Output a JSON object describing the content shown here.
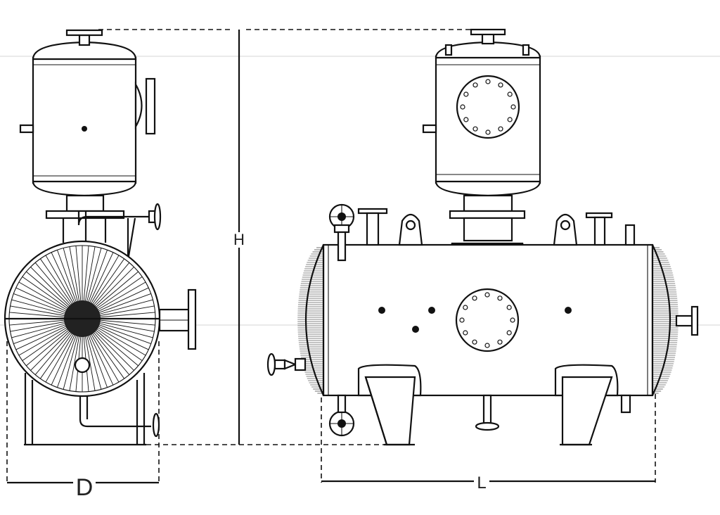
{
  "dimensions": {
    "height_label": "H",
    "diameter_label": "D",
    "length_label": "L"
  },
  "colors": {
    "line": "#111111",
    "background": "#ffffff",
    "guide": "#cccccc"
  }
}
